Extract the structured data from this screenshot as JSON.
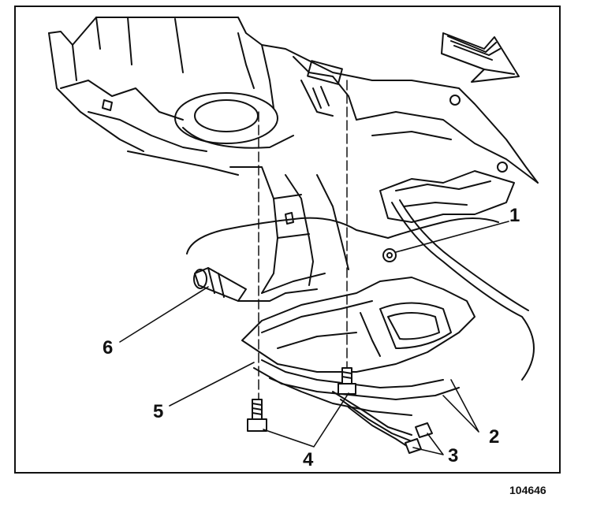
{
  "diagram": {
    "callouts": [
      "1",
      "2",
      "3",
      "4",
      "5",
      "6"
    ],
    "figure_id": "104646",
    "colors": {
      "ink": "#111111",
      "paper": "#ffffff"
    }
  }
}
